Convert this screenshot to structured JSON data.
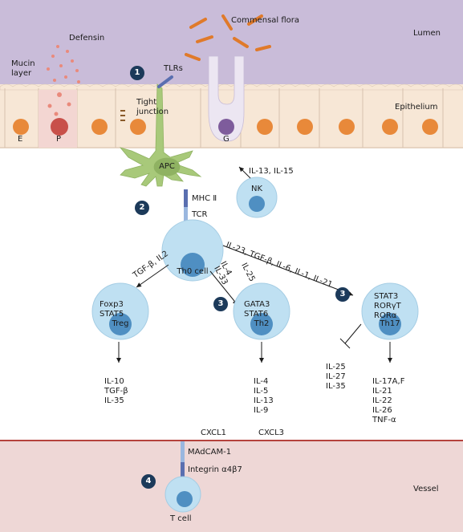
{
  "regions": {
    "lumen": "Lumen",
    "mucin": [
      "Mucin",
      "layer"
    ],
    "epithelium": "Epithelium",
    "vessel": "Vessel"
  },
  "labels": {
    "defensin": "Defensin",
    "commensal": "Commensal flora",
    "tlrs": "TLRs",
    "tight_junction": [
      "Tight",
      "junction"
    ],
    "cell_e": "E",
    "cell_p": "P",
    "cell_g": "G",
    "apc": "APC",
    "mhc": "MHC Ⅱ",
    "tcr": "TCR",
    "nk": "NK",
    "nk_cytokines": "IL-13, IL-15",
    "th0": "Th0 cell",
    "treg_path": "TGF-β, IL2",
    "th2_path_a": "IL-4",
    "th2_path_b": "IL-33",
    "th2_path_c": "IL-25",
    "th17_path": "IL-23, TGF-β, IL-6, IL-1, IL-21",
    "treg_tf": [
      "Foxp3",
      "STAT5"
    ],
    "treg": "Treg",
    "th2_tf": [
      "GATA3",
      "STAT6"
    ],
    "th2": "Th2",
    "th17_tf": [
      "STAT3",
      "RORγT",
      "RORα"
    ],
    "th17": "Th17",
    "treg_out": [
      "IL-10",
      "TGF-β",
      "IL-35"
    ],
    "th2_out": [
      "IL-4",
      "IL-5",
      "IL-13",
      "IL-9"
    ],
    "th17_inhib": [
      "IL-25",
      "IL-27",
      "IL-35"
    ],
    "th17_out": [
      "IL-17A,F",
      "IL-21",
      "IL-22",
      "IL-26",
      "TNF-α"
    ],
    "cxcl1": "CXCL1",
    "cxcl3": "CXCL3",
    "madcam": "MAdCAM-1",
    "integrin": "Integrin α4β7",
    "tcell": "T cell"
  },
  "badges": [
    "1",
    "2",
    "3",
    "3",
    "4"
  ],
  "colors": {
    "lumen": "#c9bcd9",
    "epithelium": "#f7e7d6",
    "nucleus": "#e8893a",
    "paneth": "#c8504a",
    "goblet_nucleus": "#7e5c9c",
    "dendritic": "#a8c97a",
    "tcell": "#bfe0f2",
    "tcell_nucleus": "#4f8fc2",
    "vessel": "#eed7d6",
    "vessel_line": "#b5423d",
    "badge": "#1c3a5a",
    "bacteria": "#e07a2a",
    "receptor": "#5a6fb0"
  }
}
